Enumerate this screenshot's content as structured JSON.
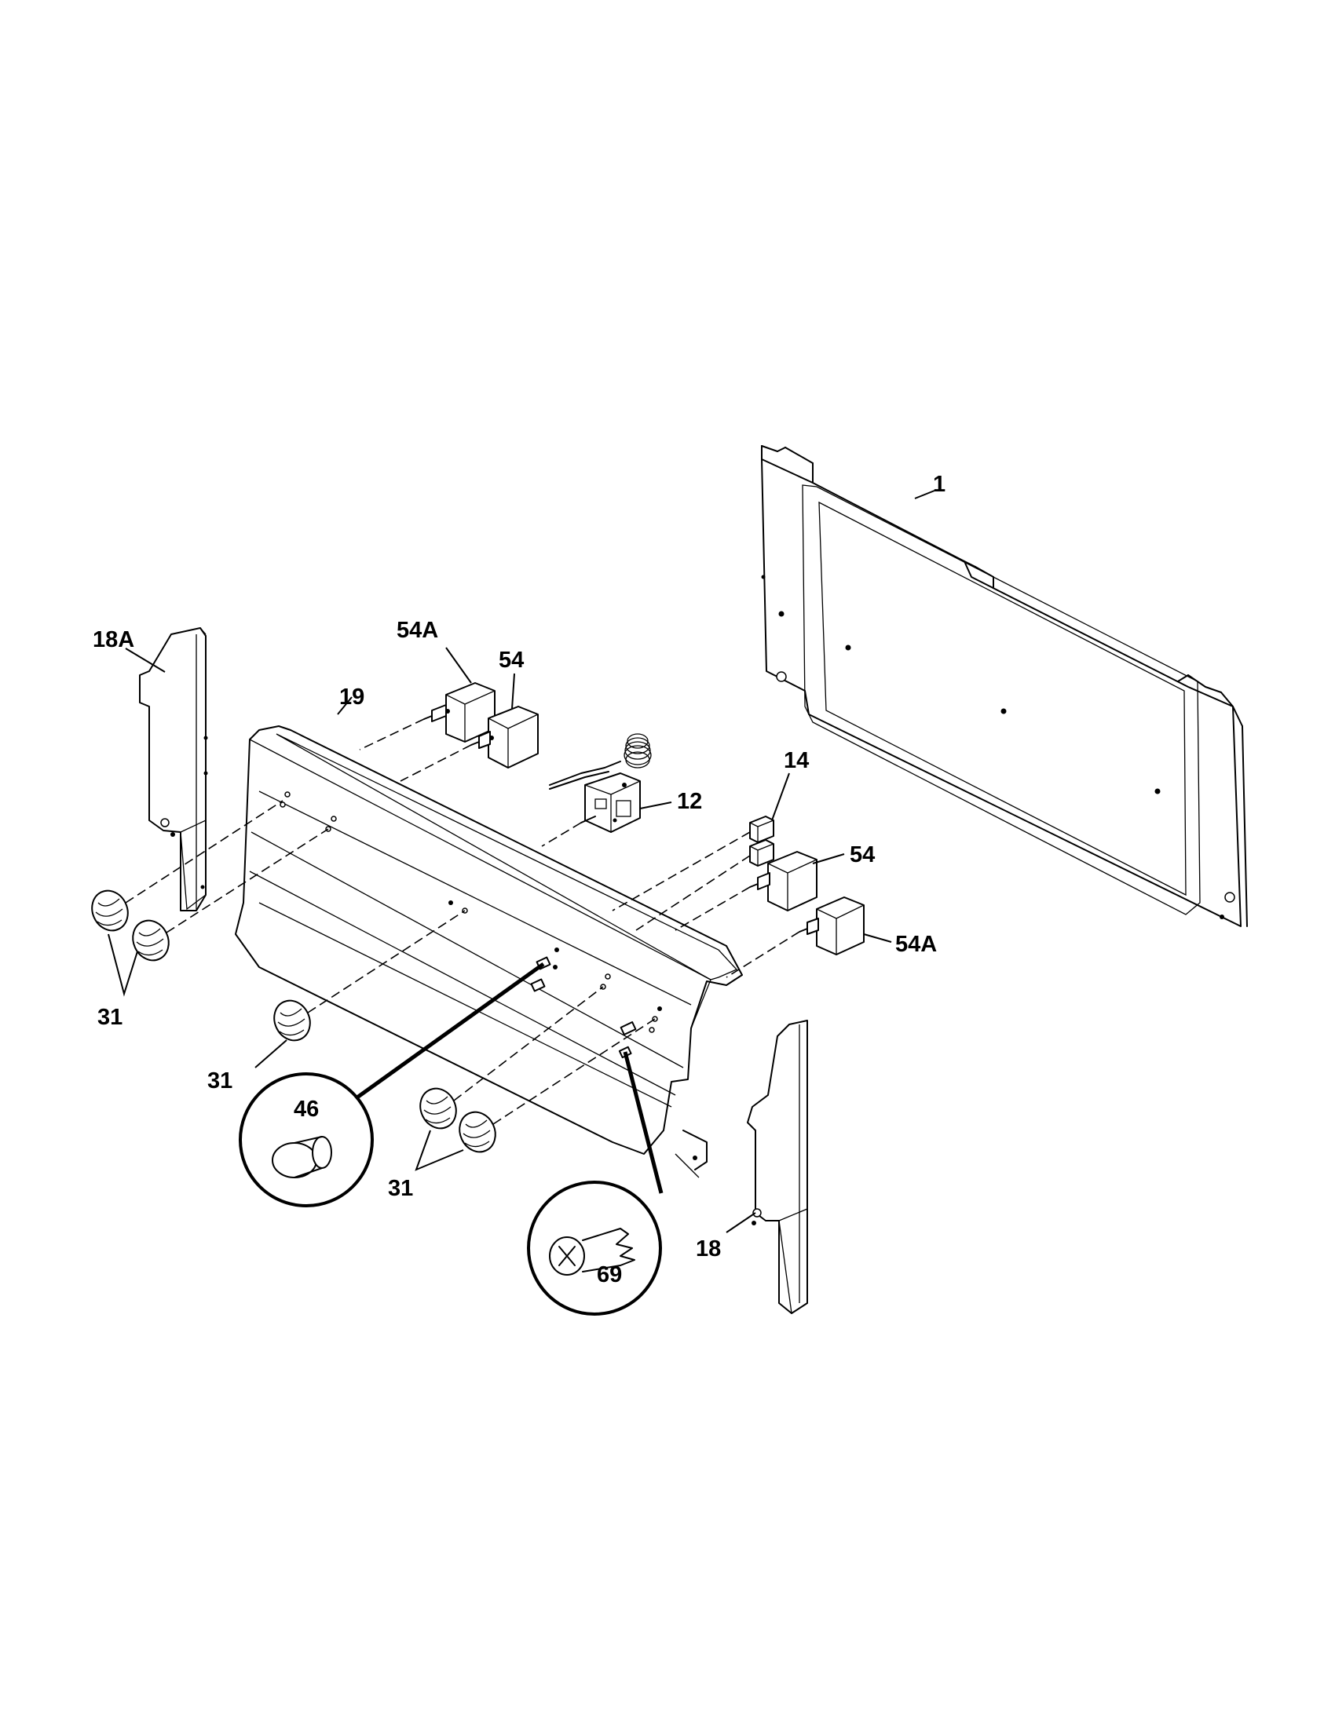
{
  "diagram": {
    "callouts": {
      "c1": "1",
      "c18A": "18A",
      "c54A_top": "54A",
      "c54_top": "54",
      "c19": "19",
      "c14": "14",
      "c12": "12",
      "c54_right": "54",
      "c54A_right": "54A",
      "c31_left": "31",
      "c31_mid": "31",
      "c31_bottom": "31",
      "c46": "46",
      "c69": "69",
      "c18": "18"
    }
  }
}
